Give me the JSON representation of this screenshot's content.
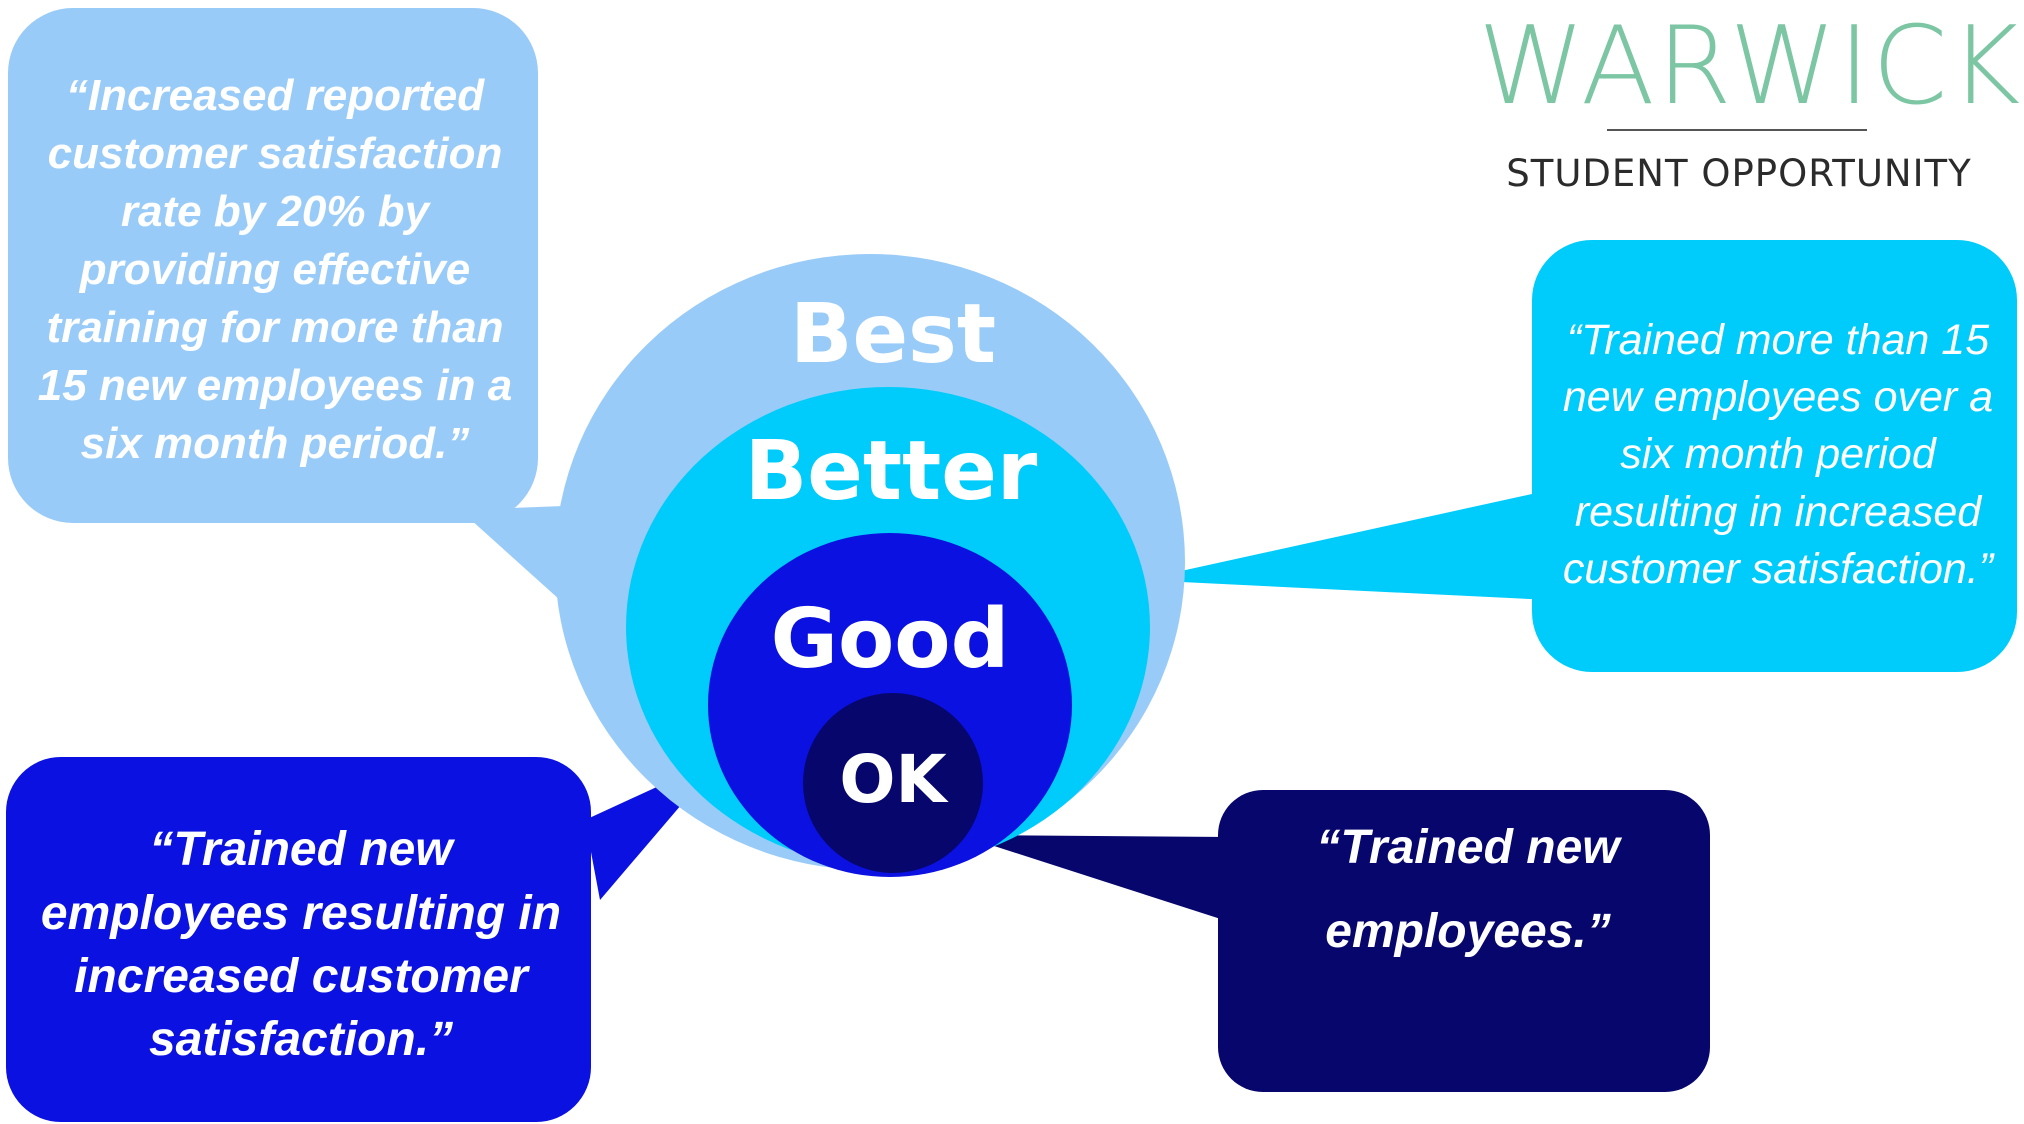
{
  "logo": {
    "title": "WARWICK",
    "subtitle": "STUDENT OPPORTUNITY",
    "title_color": "#7cc6a4"
  },
  "levels": [
    {
      "id": "best",
      "label": "Best",
      "color": "#99cbf8"
    },
    {
      "id": "better",
      "label": "Better",
      "color": "#00ccfb"
    },
    {
      "id": "good",
      "label": "Good",
      "color": "#0b11e0"
    },
    {
      "id": "ok",
      "label": "OK",
      "color": "#06066d"
    }
  ],
  "callouts": {
    "best": {
      "text": "“Increased reported customer satisfaction rate by 20% by providing effective training for more than 15 new employees in a six month period.”",
      "color": "#99cbf8"
    },
    "better": {
      "text": "“Trained more than 15 new employees over a six month period resulting in increased customer satisfaction.”",
      "color": "#00ccfb"
    },
    "good": {
      "text": "“Trained new employees resulting in increased customer satisfaction.”",
      "color": "#0b11e0"
    },
    "ok": {
      "text": "“Trained new employees.”",
      "color": "#06066d"
    }
  }
}
